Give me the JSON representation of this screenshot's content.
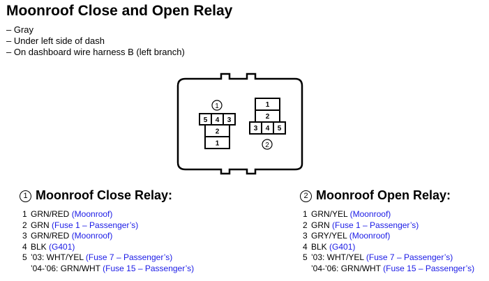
{
  "header": {
    "title": "Moonroof Close and Open Relay",
    "attributes": [
      "– Gray",
      "– Under left side of dash",
      "– On dashboard wire harness B (left branch)"
    ]
  },
  "diagram": {
    "connector1": {
      "marker": "1",
      "terminals": [
        "5",
        "4",
        "3",
        "2",
        "1"
      ]
    },
    "connector2": {
      "marker": "2",
      "terminals": [
        "1",
        "2",
        "3",
        "4",
        "5"
      ]
    }
  },
  "relays": [
    {
      "marker": "1",
      "title": "Moonroof Close Relay:",
      "pins": [
        {
          "num": "1",
          "wire": "GRN/RED",
          "note": "(Moonroof)"
        },
        {
          "num": "2",
          "wire": "GRN",
          "note": "(Fuse 1 – Passenger’s)"
        },
        {
          "num": "3",
          "wire": "GRN/RED",
          "note": "(Moonroof)"
        },
        {
          "num": "4",
          "wire": "BLK",
          "note": "(G401)"
        },
        {
          "num": "5",
          "wire": "’03: WHT/YEL",
          "note": "(Fuse 7 – Passenger’s)"
        },
        {
          "num": "",
          "wire": "’04-’06: GRN/WHT",
          "note": "(Fuse 15 – Passenger’s)"
        }
      ]
    },
    {
      "marker": "2",
      "title": "Moonroof Open Relay:",
      "pins": [
        {
          "num": "1",
          "wire": "GRN/YEL",
          "note": "(Moonroof)"
        },
        {
          "num": "2",
          "wire": "GRN",
          "note": "(Fuse 1 – Passenger’s)"
        },
        {
          "num": "3",
          "wire": "GRY/YEL",
          "note": "(Moonroof)"
        },
        {
          "num": "4",
          "wire": "BLK",
          "note": "(G401)"
        },
        {
          "num": "5",
          "wire": "’03: WHT/YEL",
          "note": "(Fuse 7 – Passenger’s)"
        },
        {
          "num": "",
          "wire": "’04-’06: GRN/WHT",
          "note": "(Fuse 15 – Passenger’s)"
        }
      ]
    }
  ],
  "colors": {
    "note": "#1a1ae6",
    "text": "#000000"
  }
}
